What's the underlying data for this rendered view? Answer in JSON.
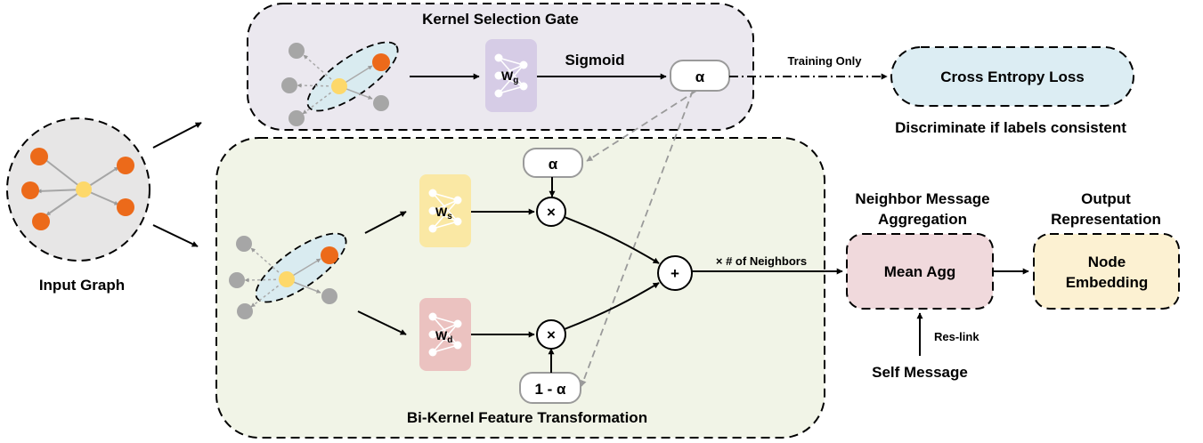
{
  "colors": {
    "gate_panel": "#ebe8ef",
    "transform_panel": "#f1f4e7",
    "loss_box": "#dcedf3",
    "mean_agg_box": "#f0d9dc",
    "output_box": "#fcf1d2",
    "ws_block": "#fae8a4",
    "wd_block": "#ebc2c0",
    "wg_block": "#d6cce6",
    "neighbor_orange": "#ec6a1a",
    "center_yellow": "#fdd86a",
    "neighbor_gray": "#a6a6a6",
    "ellipse_fill": "#d9ebf0"
  },
  "labels": {
    "gate_title": "Kernel Selection Gate",
    "sigmoid": "Sigmoid",
    "alpha": "α",
    "training_only": "Training Only",
    "cross_entropy_loss": "Cross Entropy Loss",
    "discriminate": "Discriminate if labels consistent",
    "input_graph": "Input Graph",
    "one_minus_alpha": "1 - α",
    "times": "×",
    "plus": "+",
    "num_neighbors": "× # of Neighbors",
    "neighbor_agg_line1": "Neighbor Message",
    "neighbor_agg_line2": "Aggregation",
    "mean_agg": "Mean Agg",
    "output_line1": "Output",
    "output_line2": "Representation",
    "node_line1": "Node",
    "node_line2": "Embedding",
    "res_link": "Res-link",
    "self_message": "Self Message",
    "bikernel_title": "Bi-Kernel Feature Transformation"
  },
  "weights": {
    "wg": {
      "main": "W",
      "sub": "g"
    },
    "ws": {
      "main": "W",
      "sub": "s"
    },
    "wd": {
      "main": "W",
      "sub": "d"
    }
  },
  "icons": {
    "neighbor_graph": "graph-icon",
    "mlp": "neural-network-icon",
    "multiply": "multiply-icon",
    "add": "plus-icon"
  }
}
